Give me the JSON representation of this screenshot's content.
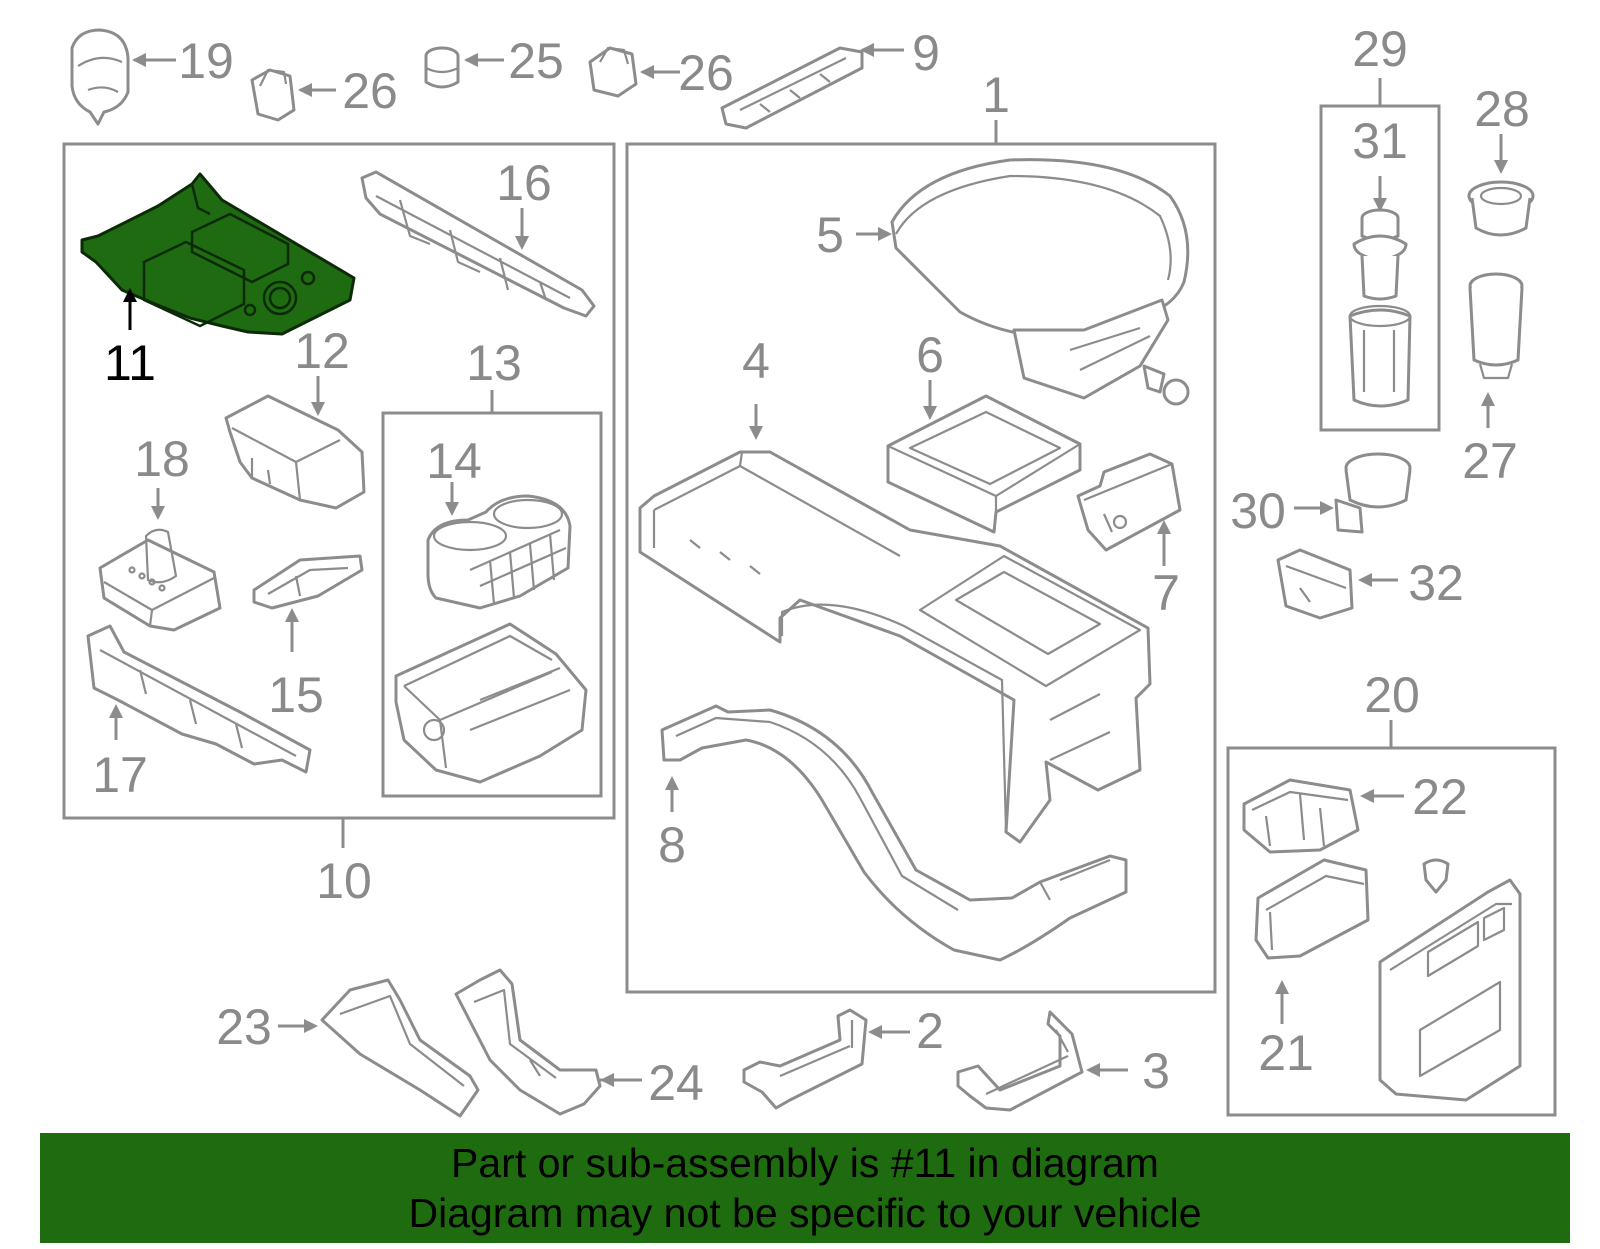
{
  "colors": {
    "highlight_part": "#1f6b12",
    "banner_background": "#1e6b10",
    "line_art": "#8c8c8c",
    "label_gray": "#8a8a8a",
    "label_highlight": "#000000"
  },
  "callouts": {
    "c1": "1",
    "c2": "2",
    "c3": "3",
    "c4": "4",
    "c5": "5",
    "c6": "6",
    "c7": "7",
    "c8": "8",
    "c9": "9",
    "c10": "10",
    "c11": "11",
    "c12": "12",
    "c13": "13",
    "c14": "14",
    "c15": "15",
    "c16": "16",
    "c17": "17",
    "c18": "18",
    "c19": "19",
    "c20": "20",
    "c21": "21",
    "c22": "22",
    "c23": "23",
    "c24": "24",
    "c25": "25",
    "c26a": "26",
    "c26b": "26",
    "c27": "27",
    "c28": "28",
    "c29": "29",
    "c30": "30",
    "c31": "31",
    "c32": "32"
  },
  "highlighted_callout": "11",
  "banner": {
    "line1": "Part or sub-assembly is #11 in diagram",
    "line2": "Diagram may not be specific to your vehicle"
  }
}
